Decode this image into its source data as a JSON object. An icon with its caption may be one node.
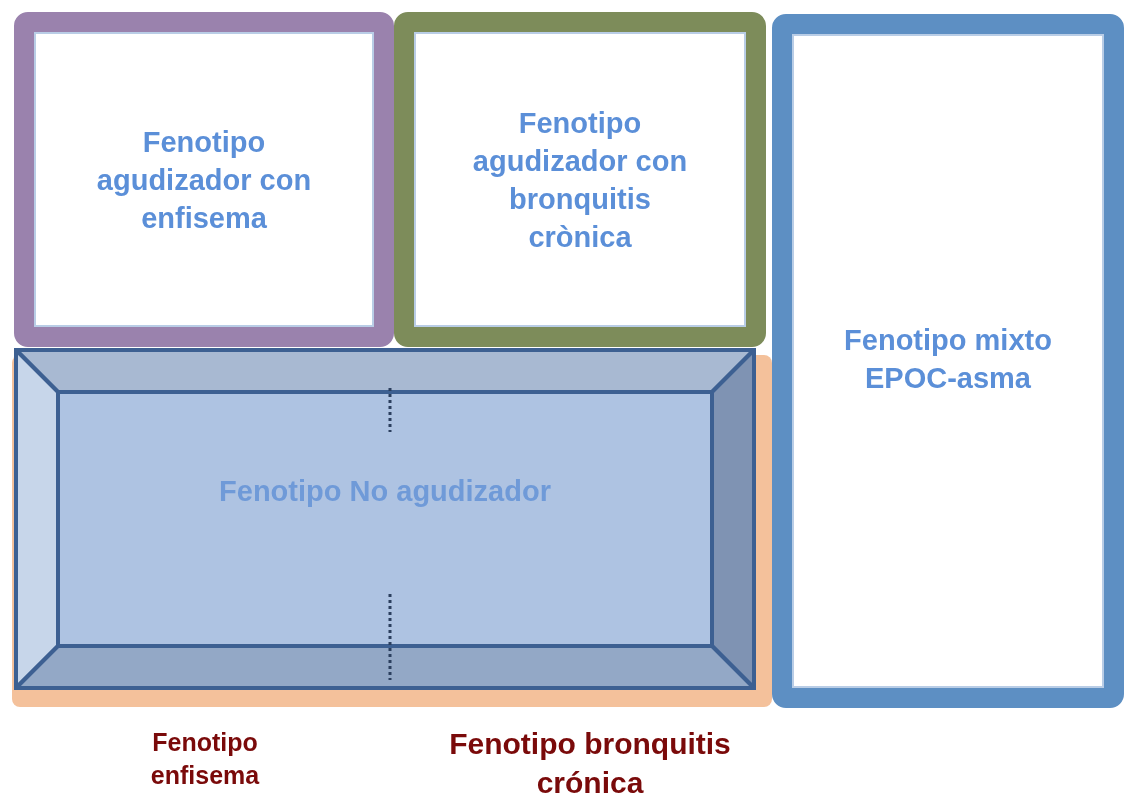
{
  "diagram": {
    "nodes": [
      {
        "text": [
          "Fenotipo agudizador con enfisema"
        ]
      },
      {
        "text": [
          "Fenotipo agudizador con bronquitis crònica"
        ]
      },
      {
        "text": [
          "Fenotipo mixto EPOC-asma"
        ]
      },
      {
        "text": [
          "Fenotipo No agudizador"
        ]
      }
    ],
    "labels": [
      "Fenotipo enfisema",
      "Fenotipo bronquitis crónica"
    ]
  }
}
